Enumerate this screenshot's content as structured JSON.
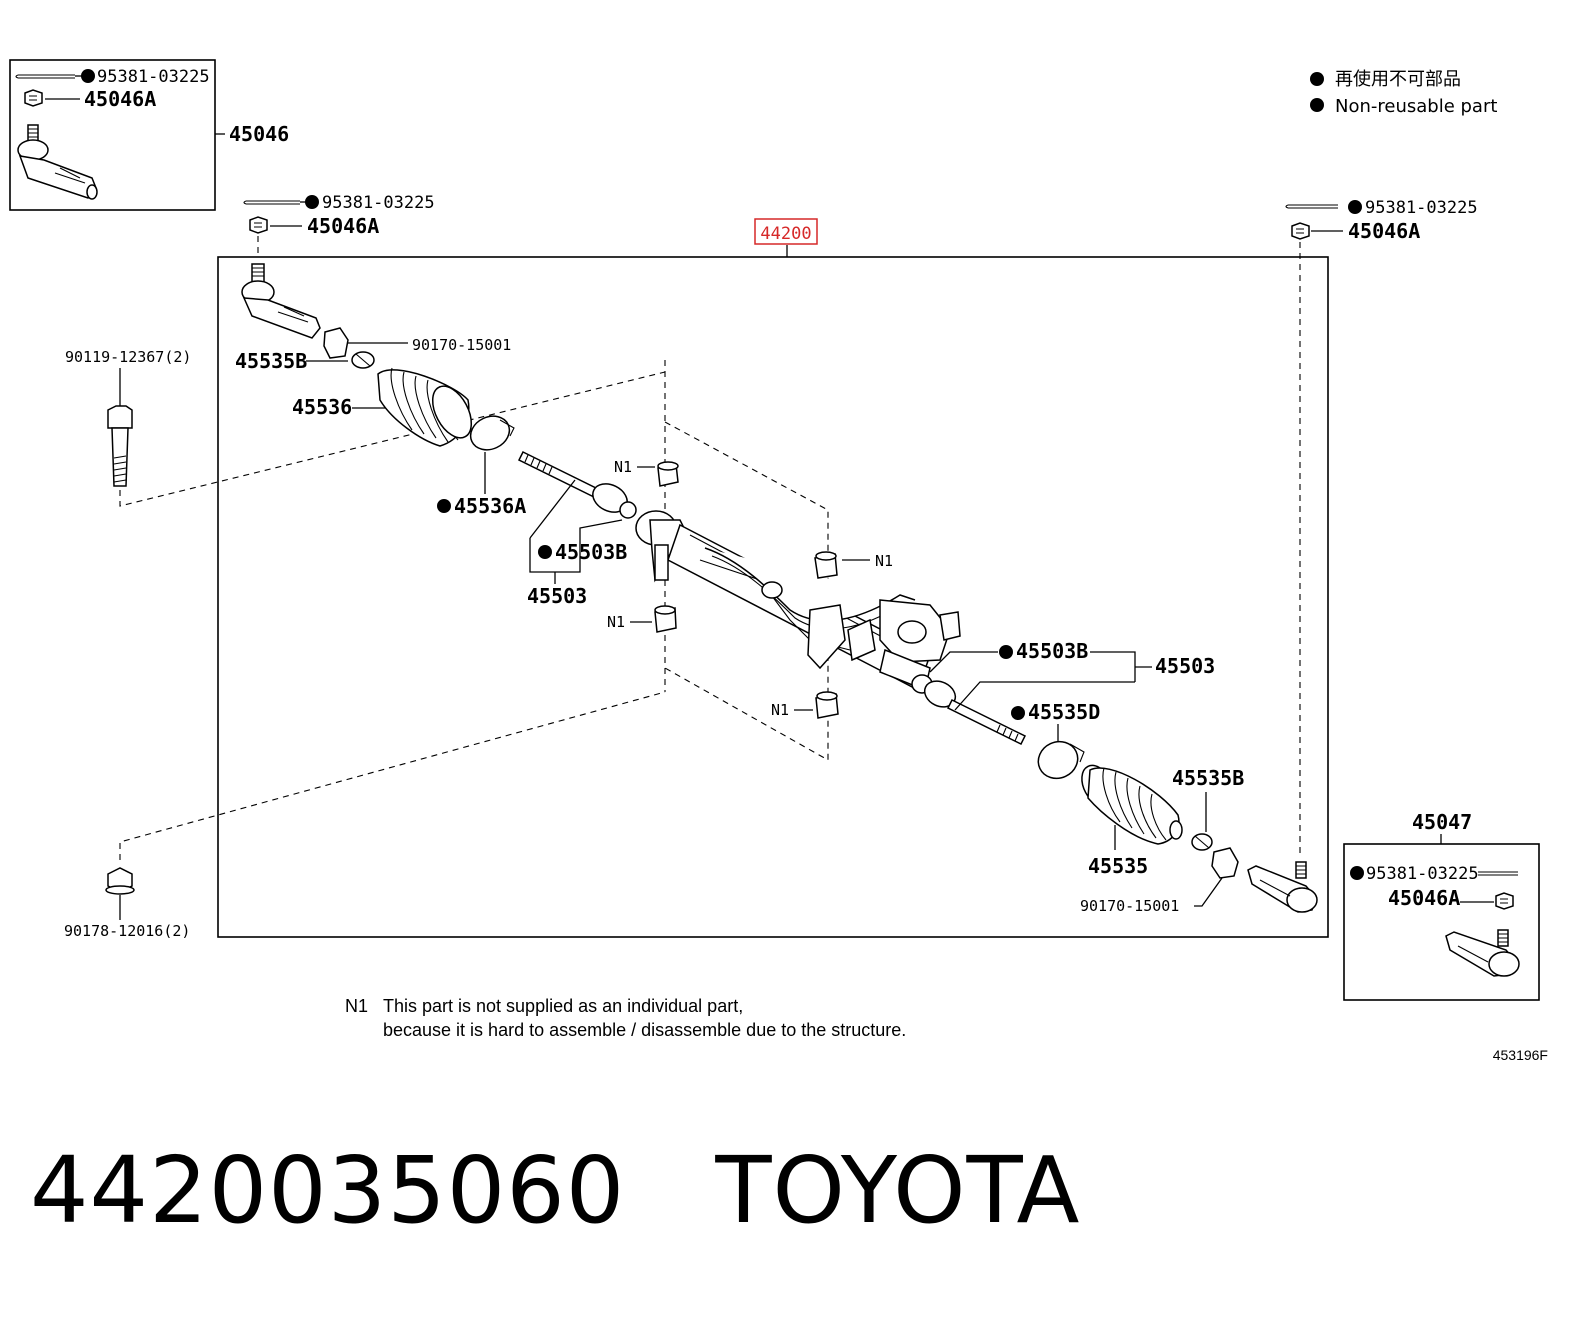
{
  "legend": {
    "jp": "再使用不可部品",
    "en": "Non-reusable part"
  },
  "assembly": {
    "main_part": "44200",
    "main_part_color": "#d62828"
  },
  "labels": {
    "cotter_pin": "95381-03225",
    "nut": "45046A",
    "tie_rod_end_lh": "45046",
    "tie_rod_end_rh": "45047",
    "bolt": "90119-12367(2)",
    "bolt_lower": "90178-12016(2)",
    "clip": "90170-15001",
    "clamp_b": "45535B",
    "boot_lh": "45536",
    "boot_rh": "45535",
    "clamp_a": "45536A",
    "clamp_d": "45535D",
    "rack_end": "45503",
    "rack_end_b": "45503B",
    "n1": "N1"
  },
  "note": {
    "marker": "N1",
    "line1": "This part is not supplied as an individual part,",
    "line2": "because it is hard to assemble / disassemble due to the structure."
  },
  "diagram_code": "453196F",
  "footer": {
    "part_number": "4420035060",
    "brand": "TOYOTA"
  }
}
